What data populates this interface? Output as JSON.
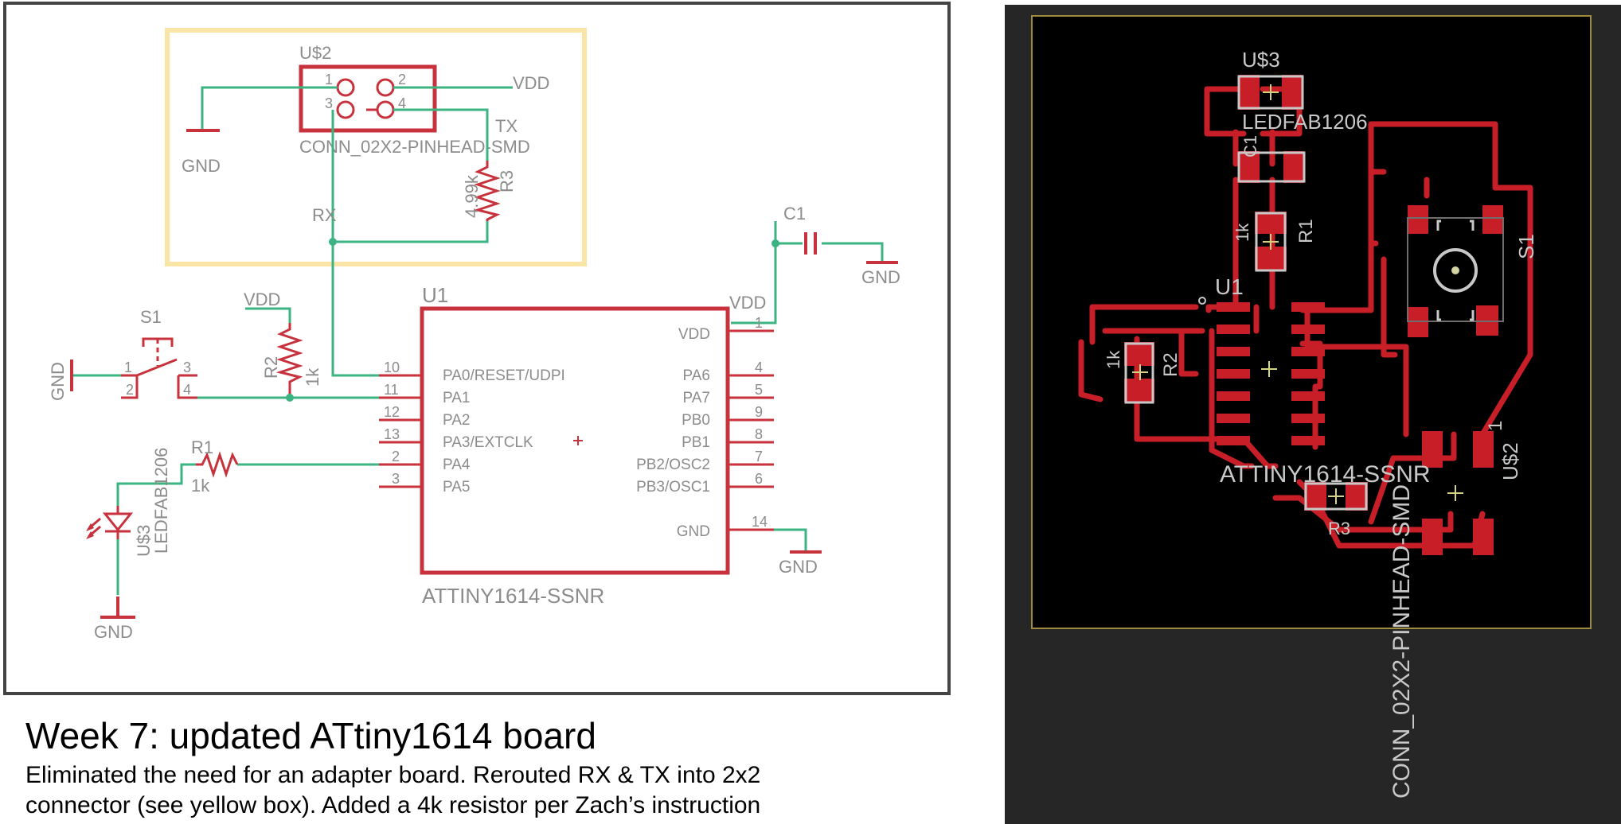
{
  "schematic": {
    "labels": {
      "us2": "U$2",
      "vdd": "VDD",
      "tx": "TX",
      "rx": "RX",
      "gnd": "GND",
      "conn": "CONN_02X2-PINHEAD-SMD",
      "r3_value": "4.99k",
      "r3": "R3",
      "c1": "C1",
      "u1": "U1",
      "s1": "S1",
      "r2": "R2",
      "r1": "R1",
      "r_1k": "1k",
      "us3": "U$3",
      "ledfab": "LEDFAB1206",
      "chip": "ATTINY1614-SSNR"
    },
    "conn_pins": [
      "1",
      "2",
      "3",
      "4"
    ],
    "switch_pins": [
      "1",
      "2",
      "3",
      "4"
    ],
    "chip_left_pins": [
      {
        "num": "10",
        "name": "PA0/RESET/UDPI"
      },
      {
        "num": "11",
        "name": "PA1"
      },
      {
        "num": "12",
        "name": "PA2"
      },
      {
        "num": "13",
        "name": "PA3/EXTCLK"
      },
      {
        "num": "2",
        "name": "PA4"
      },
      {
        "num": "3",
        "name": "PA5"
      }
    ],
    "chip_right_pins": [
      {
        "num": "1",
        "name": "VDD"
      },
      {
        "num": "4",
        "name": "PA6"
      },
      {
        "num": "5",
        "name": "PA7"
      },
      {
        "num": "9",
        "name": "PB0"
      },
      {
        "num": "8",
        "name": "PB1"
      },
      {
        "num": "7",
        "name": "PB2/OSC2"
      },
      {
        "num": "6",
        "name": "PB3/OSC1"
      },
      {
        "num": "14",
        "name": "GND"
      }
    ],
    "colors": {
      "part": "#c8323c",
      "wire": "#3cb482",
      "label": "#8c8c8c",
      "highlight": "#fbe5a6"
    }
  },
  "pcb": {
    "labels": {
      "us3": "U$3",
      "ledfab": "LEDFAB1206",
      "c1": "C1",
      "r1": "R1",
      "r1_value": "1k",
      "s1": "S1",
      "u1": "U1",
      "r2": "R2",
      "r2_value": "1k",
      "chip": "ATTINY1614-SSNR",
      "r3": "R3",
      "pin1": "1",
      "us2": "U$2",
      "conn": "CONN_02X2-PINHEAD-SMD"
    },
    "colors": {
      "copper": "#c81e28",
      "silk": "#c8c8c8",
      "board": "#000000",
      "outline": "#a08a3c"
    }
  },
  "caption": {
    "title": "Week 7: updated ATtiny1614 board",
    "body_line1": "Eliminated the need for an adapter board. Rerouted RX & TX into 2x2",
    "body_line2": "connector (see yellow box). Added a 4k resistor per Zach’s instruction"
  }
}
